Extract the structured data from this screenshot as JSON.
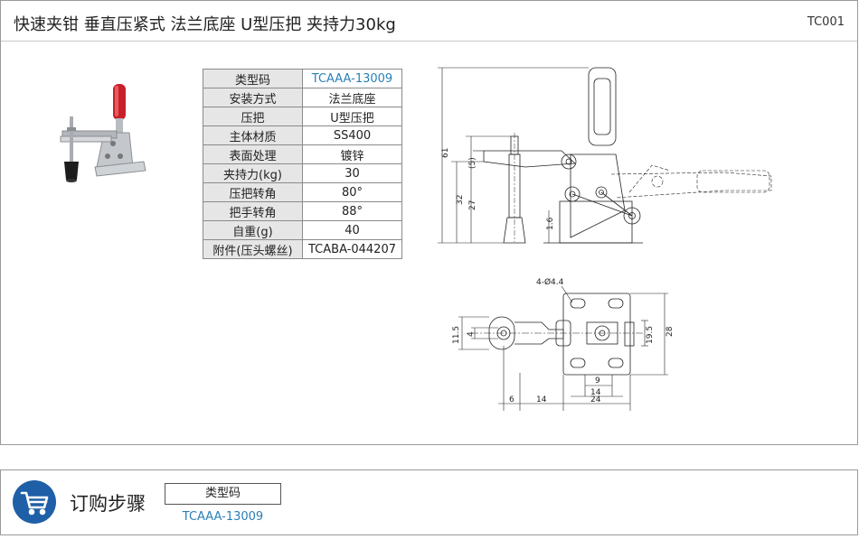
{
  "header": {
    "title": "快速夹钳  垂直压紧式  法兰底座  U型压把  夹持力30kg",
    "code": "TC001"
  },
  "spec_table": [
    {
      "label": "类型码",
      "value": "TCAAA-13009"
    },
    {
      "label": "安装方式",
      "value": "法兰底座"
    },
    {
      "label": "压把",
      "value": "U型压把"
    },
    {
      "label": "主体材质",
      "value": "SS400"
    },
    {
      "label": "表面处理",
      "value": "镀锌"
    },
    {
      "label": "夹持力(kg)",
      "value": "30"
    },
    {
      "label": "压把转角",
      "value": "80°"
    },
    {
      "label": "把手转角",
      "value": "88°"
    },
    {
      "label": "自重(g)",
      "value": "40"
    },
    {
      "label": "附件(压头螺丝)",
      "value": "TCABA-044207"
    }
  ],
  "side_dims": {
    "d61": "61",
    "d5": "(5)",
    "d32": "32",
    "d27": "27",
    "d16": "1.6"
  },
  "plan_dims": {
    "holes": "4-Ø4.4",
    "d115": "11.5",
    "d4": "4",
    "d195": "19.5",
    "d28": "28",
    "d9": "9",
    "d14a": "14",
    "d6": "6",
    "d14b": "14",
    "d24": "24"
  },
  "order": {
    "title": "订购步骤",
    "box_label": "类型码",
    "value": "TCAAA-13009"
  },
  "colors": {
    "accent": "#1f5fa8",
    "link": "#2a7fb8",
    "handle": "#c8202a"
  }
}
